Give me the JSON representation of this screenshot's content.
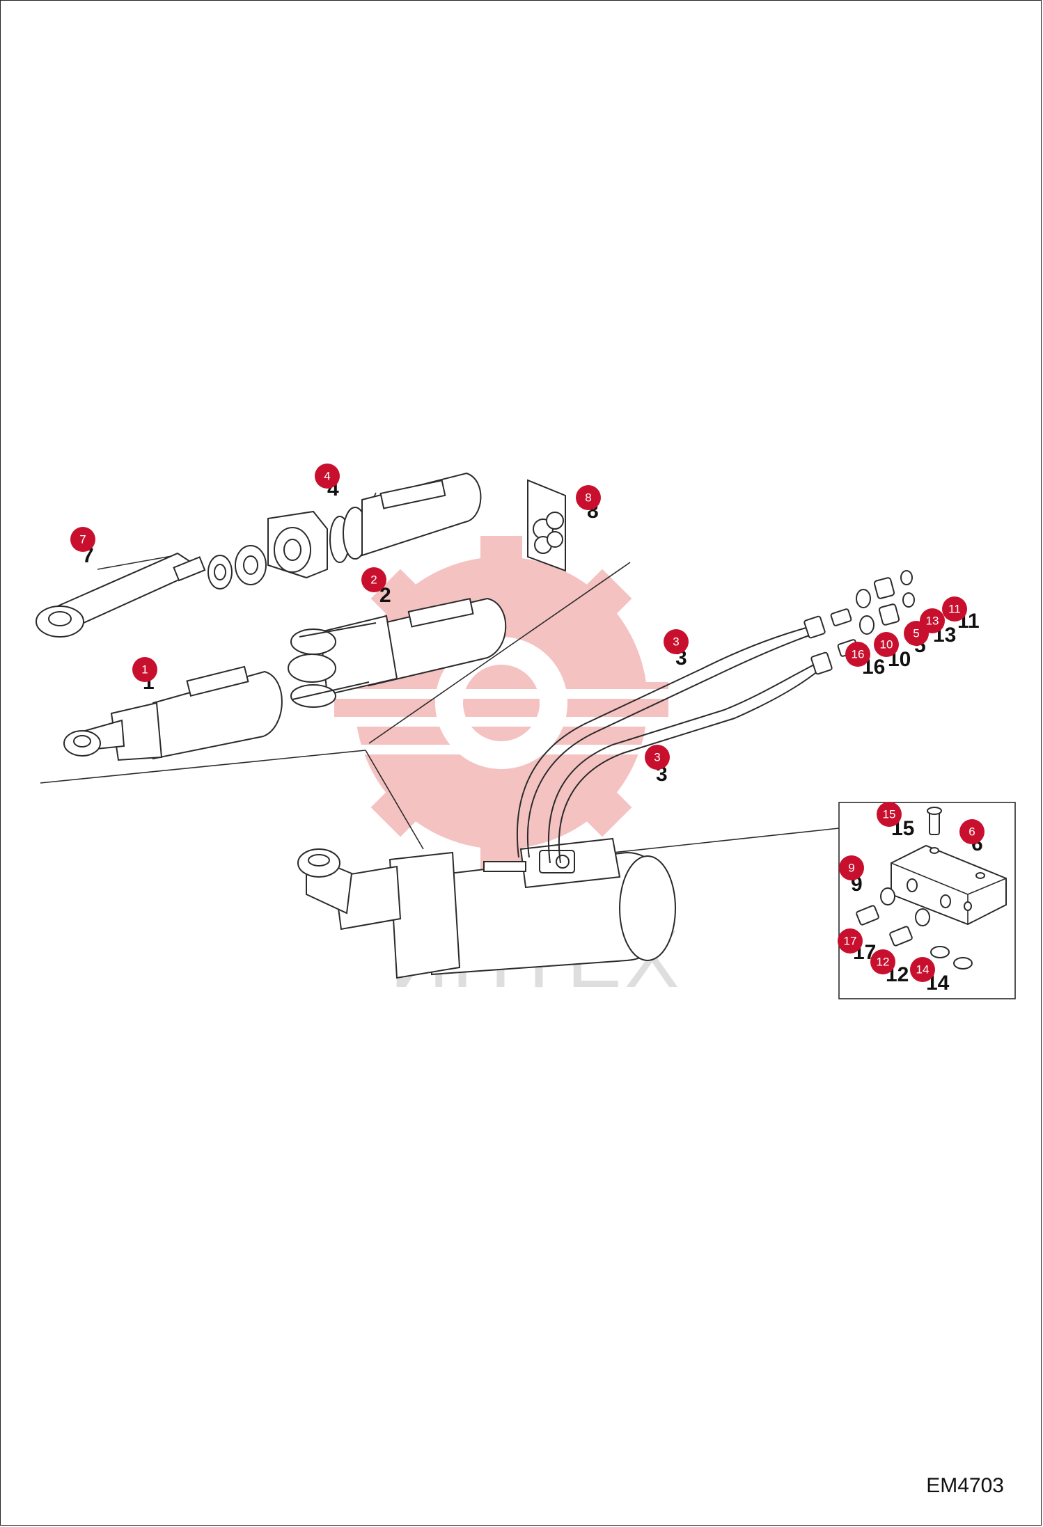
{
  "document_code": "EM4703",
  "watermark": {
    "text": "ИНТЕХ",
    "color": "#f4b8b8"
  },
  "accent_color": "#c8102e",
  "callouts": [
    {
      "id": "1",
      "label": "1"
    },
    {
      "id": "2",
      "label": "2"
    },
    {
      "id": "3a",
      "label": "3"
    },
    {
      "id": "3b",
      "label": "3"
    },
    {
      "id": "4",
      "label": "4"
    },
    {
      "id": "5",
      "label": "5"
    },
    {
      "id": "6",
      "label": "6"
    },
    {
      "id": "7",
      "label": "7"
    },
    {
      "id": "8",
      "label": "8"
    },
    {
      "id": "9",
      "label": "9"
    },
    {
      "id": "10",
      "label": "10"
    },
    {
      "id": "11",
      "label": "11"
    },
    {
      "id": "12",
      "label": "12"
    },
    {
      "id": "13",
      "label": "13"
    },
    {
      "id": "14",
      "label": "14"
    },
    {
      "id": "15",
      "label": "15"
    },
    {
      "id": "16",
      "label": "16"
    },
    {
      "id": "17",
      "label": "17"
    }
  ]
}
